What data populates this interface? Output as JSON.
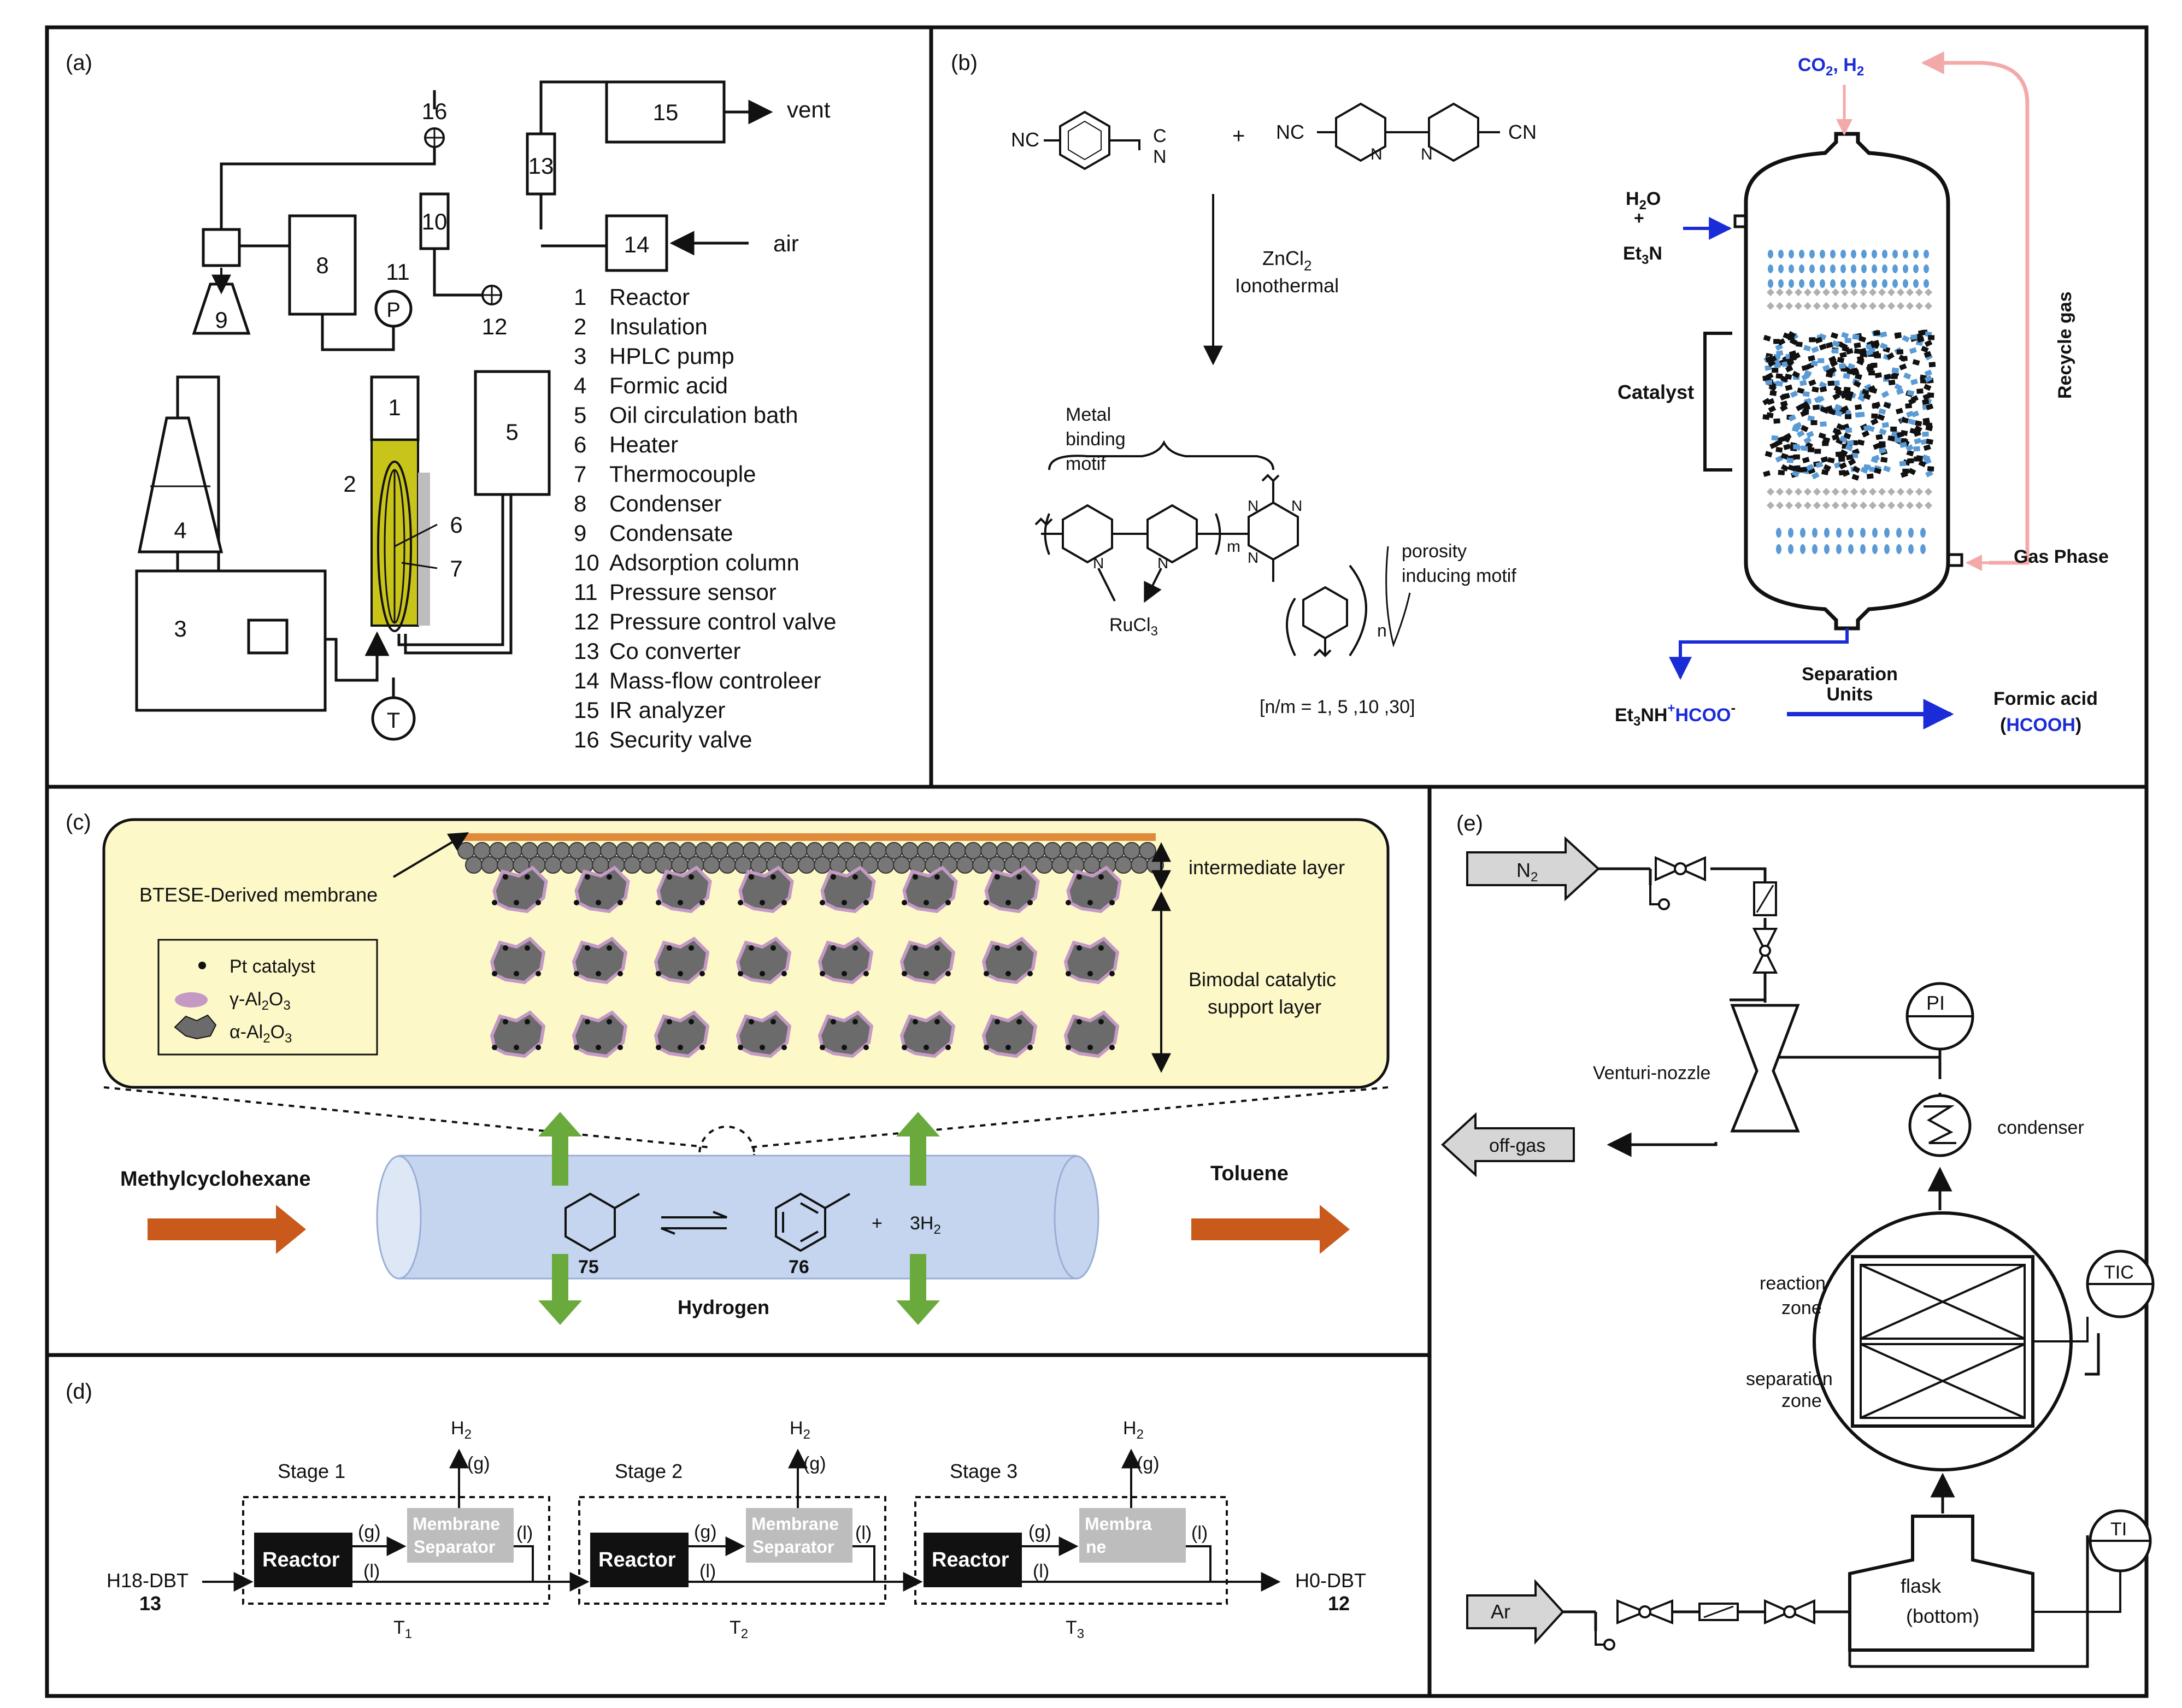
{
  "panel_a": {
    "label": "(a)",
    "boxes": {
      "b1": "1",
      "b3": "3",
      "b4": "4",
      "b5": "5",
      "b8": "8",
      "b9": "9",
      "b10": "10",
      "b13": "13",
      "b14": "14",
      "b15": "15",
      "n2": "2",
      "n6": "6",
      "n7": "7",
      "n11": "11",
      "n12": "12",
      "n16": "16"
    },
    "pump_p": "P",
    "sensor_t": "T",
    "vent": "vent",
    "air": "air",
    "legend": [
      {
        "num": "1",
        "text": "Reactor"
      },
      {
        "num": "2",
        "text": "Insulation"
      },
      {
        "num": "3",
        "text": "HPLC pump"
      },
      {
        "num": "4",
        "text": "Formic acid"
      },
      {
        "num": "5",
        "text": "Oil circulation bath"
      },
      {
        "num": "6",
        "text": "Heater"
      },
      {
        "num": "7",
        "text": "Thermocouple"
      },
      {
        "num": "8",
        "text": "Condenser"
      },
      {
        "num": "9",
        "text": "Condensate"
      },
      {
        "num": "10",
        "text": "Adsorption column"
      },
      {
        "num": "11",
        "text": "Pressure sensor"
      },
      {
        "num": "12",
        "text": "Pressure control valve"
      },
      {
        "num": "13",
        "text": "Co converter"
      },
      {
        "num": "14",
        "text": "Mass-flow controleer"
      },
      {
        "num": "15",
        "text": "IR analyzer"
      },
      {
        "num": "16",
        "text": "Security valve"
      }
    ]
  },
  "panel_b": {
    "label": "(b)",
    "nc_left": "NC",
    "cn_c": "C",
    "cn_n": "N",
    "plus": "+",
    "nc_bipy": "NC",
    "cn_bipy": "CN",
    "ring_n": "N",
    "reagent": "ZnCl",
    "reagent_sub": "2",
    "condition": "Ionothermal",
    "metal_binding": [
      "Metal",
      "binding",
      "motif"
    ],
    "ru": "RuCl",
    "ru_sub": "3",
    "m": "m",
    "n": "n",
    "porosity": [
      "porosity",
      "inducing motif"
    ],
    "ratio": "[n/m = 1, 5 ,10 ,30]",
    "co2": "CO",
    "co2_sub": "2",
    "h2": ", H",
    "h2_sub": "2",
    "h2o": "H",
    "h2o_sub": "2",
    "h2o_o": "O",
    "et3n": "Et",
    "et3n_sub": "3",
    "et3n_n": "N",
    "catalyst": "Catalyst",
    "recycle": "Recycle gas",
    "gas_phase": "Gas Phase",
    "separation": [
      "Separation",
      "Units"
    ],
    "et3nh": "Et",
    "et3nh_sub": "3",
    "et3nh_nh": "NH",
    "et3nh_sup": "+",
    "hcoo": "HCOO",
    "hcoo_sup": "-",
    "formic": "Formic acid",
    "hcooh": "HCOOH",
    "colors": {
      "blue": "#1a2bd8",
      "pink": "#f4a9a9",
      "drop": "#5b9bd5",
      "gray_diamond": "#b0b0b0"
    }
  },
  "panel_c": {
    "label": "(c)",
    "btese": "BTESE-Derived membrane",
    "intermediate": "intermediate layer",
    "bimodal": [
      "Bimodal catalytic",
      "support layer"
    ],
    "legend_pt": "Pt catalyst",
    "legend_gamma": "γ-Al",
    "legend_alpha": "α-Al",
    "al_sub": "2",
    "al_o": "O",
    "o_sub": "3",
    "mch": "Methylcyclohexane",
    "toluene": "Toluene",
    "hydrogen": "Hydrogen",
    "n75": "75",
    "n76": "76",
    "plus": "+",
    "h2": "3H",
    "h2_sub": "2",
    "colors": {
      "yellow_box": "#fcf8c8",
      "tube": "#c5d5ef",
      "arrow_orange": "#c95a1c",
      "arrow_green": "#6aaa3c",
      "particle": "#6b6b6b",
      "gamma": "#c49ac4",
      "membrane": "#e08a3a"
    }
  },
  "panel_d": {
    "label": "(d)",
    "stages": [
      {
        "stage": "Stage 1",
        "reactor": "Reactor",
        "sep": [
          "Membrane",
          "Separator"
        ],
        "temp": "T",
        "temp_sub": "1"
      },
      {
        "stage": "Stage 2",
        "reactor": "Reactor",
        "sep": [
          "Membrane",
          "Separator"
        ],
        "temp": "T",
        "temp_sub": "2"
      },
      {
        "stage": "Stage 3",
        "reactor": "Reactor",
        "sep": [
          "Membra",
          "ne"
        ],
        "temp": "T",
        "temp_sub": "3"
      }
    ],
    "h2": "H",
    "h2_sub": "2",
    "gas": "(g)",
    "liquid": "(l)",
    "feed": "H18-DBT",
    "feed_num": "13",
    "product": "H0-DBT",
    "product_num": "12"
  },
  "panel_e": {
    "label": "(e)",
    "n2": "N",
    "n2_sub": "2",
    "offgas": "off-gas",
    "ar": "Ar",
    "venturi": "Venturi-nozzle",
    "pi": "PI",
    "condenser": "condenser",
    "reaction_zone": [
      "reaction",
      "zone"
    ],
    "separation_zone": [
      "separation",
      "zone"
    ],
    "tic": "TIC",
    "ti": "TI",
    "flask": [
      "flask",
      "(bottom)"
    ]
  }
}
